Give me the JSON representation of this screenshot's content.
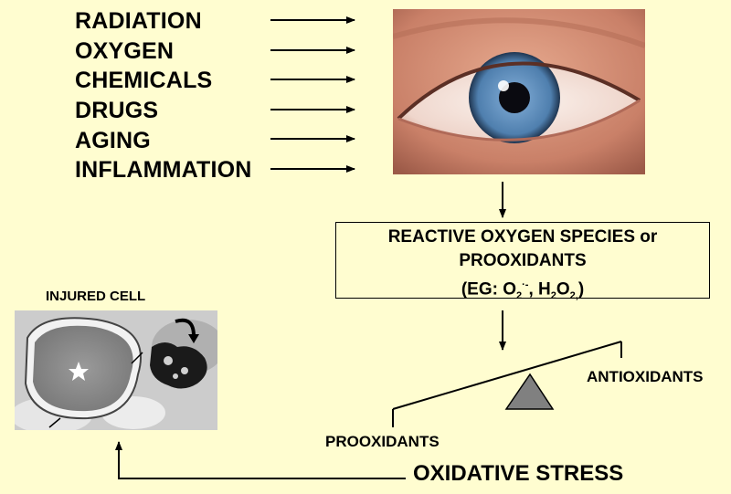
{
  "causes": [
    "RADIATION",
    "OXYGEN",
    "CHEMICALS",
    "DRUGS",
    "AGING",
    "INFLAMMATION"
  ],
  "ros_box": {
    "line1": "REACTIVE OXYGEN SPECIES or",
    "line2": "PROOXIDANTS",
    "eg_prefix": "(EG: O",
    "o2_sub": "2",
    "o2_sup": "·-",
    "sep": ", H",
    "h_sub": "2",
    "o": "O",
    "o_sub": "2,",
    "close": ")"
  },
  "cell": {
    "title": "INJURED CELL"
  },
  "balance": {
    "left_label": "PROOXIDANTS",
    "right_label": "ANTIOXIDANTS"
  },
  "result": {
    "label": "OXIDATIVE STRESS"
  },
  "colors": {
    "background": "#fffdd0",
    "fulcrum": "#808080",
    "iris": "#4f7fae"
  }
}
